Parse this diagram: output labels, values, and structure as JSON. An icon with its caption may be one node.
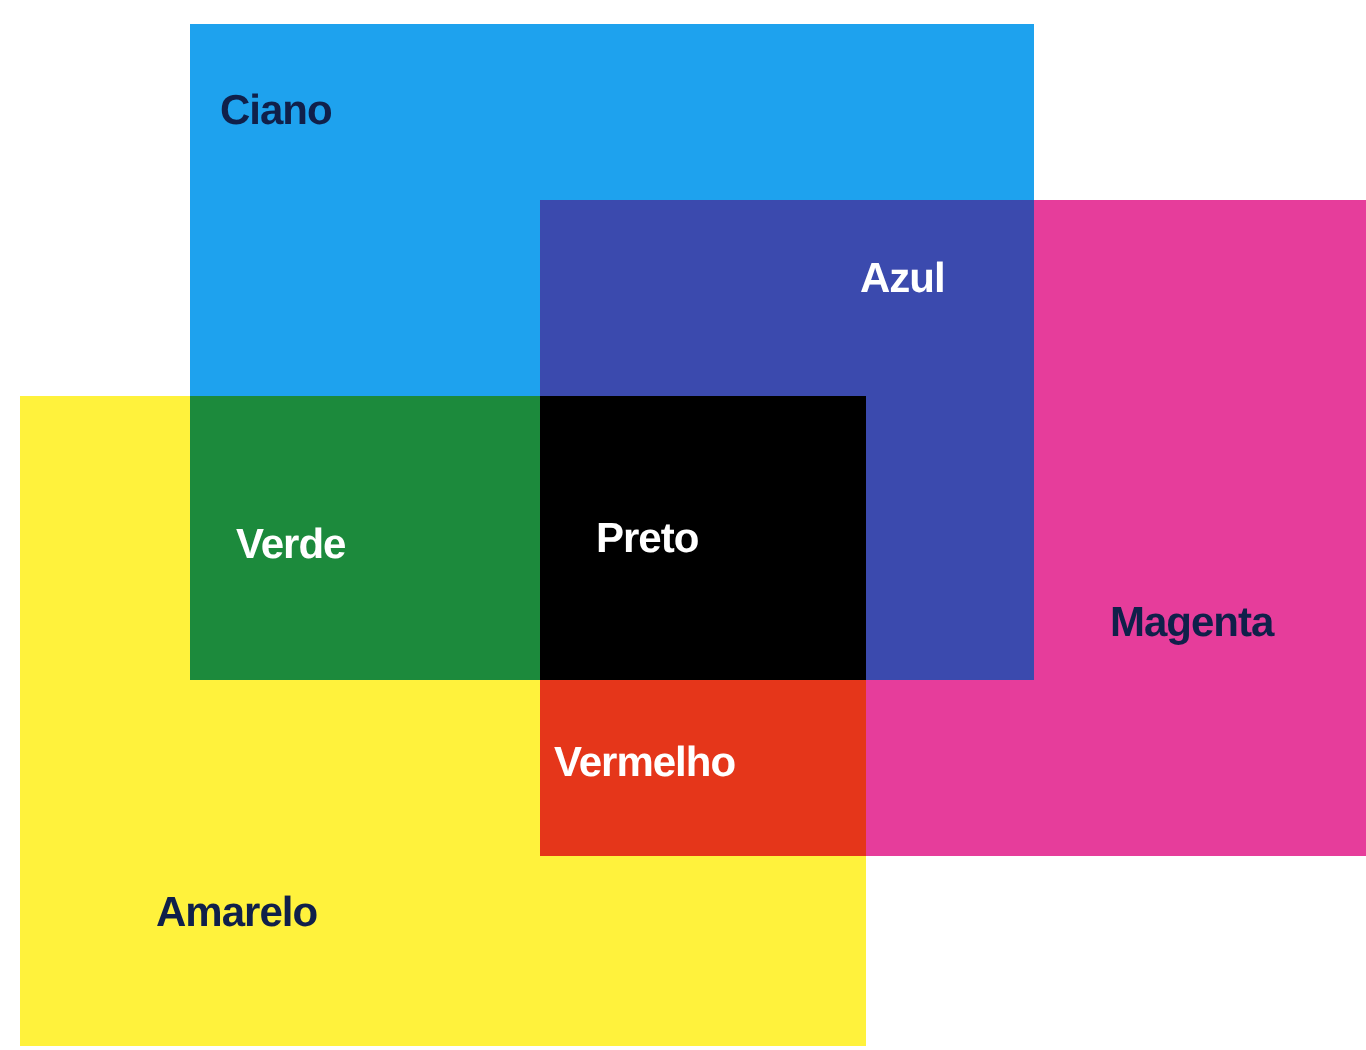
{
  "diagram": {
    "nodes": [
      {
        "text": [
          "Ciano"
        ]
      },
      {
        "text": [
          "Azul"
        ]
      },
      {
        "text": [
          "Verde"
        ]
      },
      {
        "text": [
          "Preto"
        ]
      },
      {
        "text": [
          "Magenta"
        ]
      },
      {
        "text": [
          "Vermelho"
        ]
      },
      {
        "text": [
          "Amarelo"
        ]
      }
    ]
  }
}
